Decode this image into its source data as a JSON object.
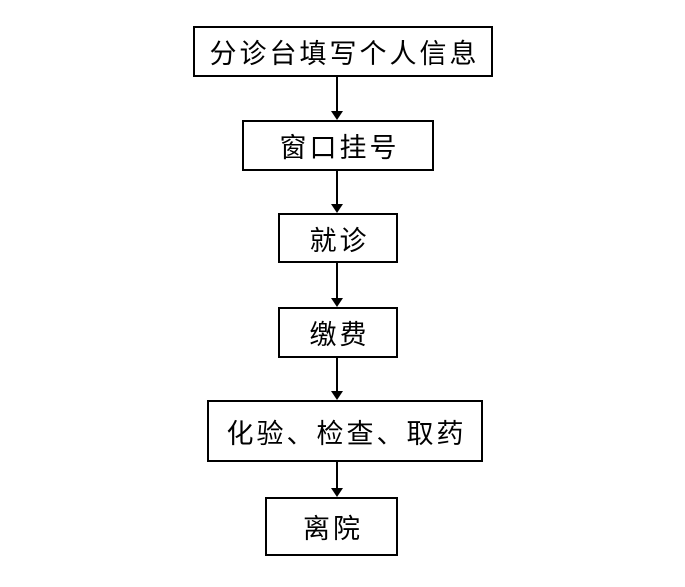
{
  "diagram": {
    "type": "flowchart",
    "direction": "top-down",
    "nodes": [
      {
        "id": "n1",
        "label": "分诊台填写个人信息"
      },
      {
        "id": "n2",
        "label": "窗口挂号"
      },
      {
        "id": "n3",
        "label": "就诊"
      },
      {
        "id": "n4",
        "label": "缴费"
      },
      {
        "id": "n5",
        "label": "化验、检查、取药"
      },
      {
        "id": "n6",
        "label": "离院"
      }
    ],
    "edges": [
      {
        "from": "n1",
        "to": "n2",
        "style": "solid-arrow-down"
      },
      {
        "from": "n2",
        "to": "n3",
        "style": "solid-arrow-down"
      },
      {
        "from": "n3",
        "to": "n4",
        "style": "solid-arrow-down"
      },
      {
        "from": "n4",
        "to": "n5",
        "style": "solid-arrow-down"
      },
      {
        "from": "n5",
        "to": "n6",
        "style": "solid-arrow-down"
      }
    ],
    "colors": {
      "background": "#ffffff",
      "box_border": "#000000",
      "text": "#000000",
      "arrow": "#000000"
    }
  }
}
